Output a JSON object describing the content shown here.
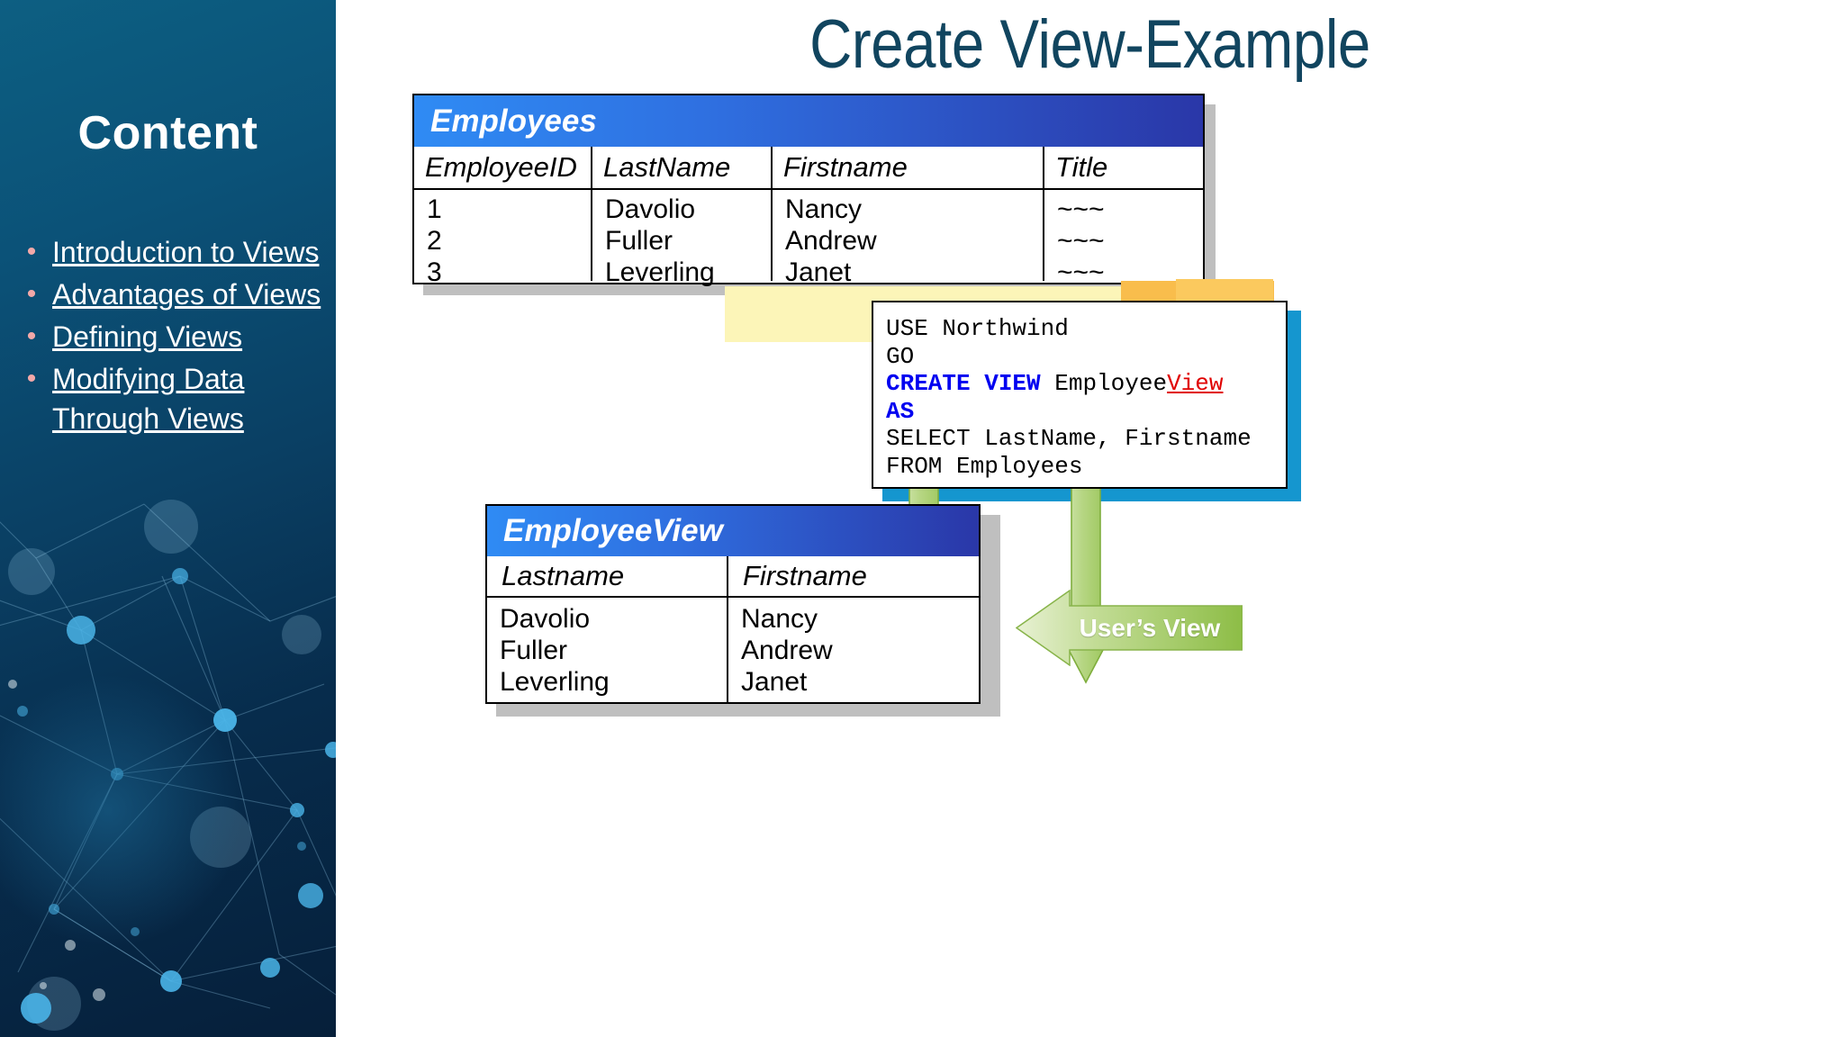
{
  "page_title": "Create View-Example",
  "sidebar": {
    "heading": "Content",
    "bullet_glyph": "•",
    "items": [
      {
        "label": "Introduction to Views"
      },
      {
        "label": "Advantages of Views"
      },
      {
        "label": "Defining Views"
      },
      {
        "label": "Modifying Data Through Views"
      }
    ]
  },
  "employees_table": {
    "title": "Employees",
    "columns": [
      "EmployeeID",
      "LastName",
      "Firstname",
      "Title"
    ],
    "rows": [
      [
        "1",
        "Davolio",
        "Nancy",
        "~~~"
      ],
      [
        "2",
        "Fuller",
        "Andrew",
        "~~~"
      ],
      [
        "3",
        "Leverling",
        "Janet",
        "~~~"
      ]
    ],
    "col_id": "1\n2\n3",
    "col_last": "Davolio\nFuller\nLeverling",
    "col_first": "Nancy\nAndrew\nJanet",
    "col_title": "~~~\n~~~\n~~~"
  },
  "view_table": {
    "title": "EmployeeView",
    "columns": [
      "Lastname",
      "Firstname"
    ],
    "rows": [
      [
        "Davolio",
        "Nancy"
      ],
      [
        "Fuller",
        "Andrew"
      ],
      [
        "Leverling",
        "Janet"
      ]
    ],
    "col_last": "Davolio\nFuller\nLeverling",
    "col_first": "Nancy\nAndrew\nJanet"
  },
  "code_box": {
    "lines": [
      {
        "text": "USE Northwind",
        "style": "plain"
      },
      {
        "text": "GO",
        "style": "plain"
      },
      {
        "text": "CREATE VIEW Employee",
        "style": "keyword-mixed",
        "suffix": "View"
      },
      {
        "text": "AS",
        "style": "keyword"
      },
      {
        "text": "SELECT LastName, Firstname",
        "style": "plain"
      },
      {
        "text": "FROM Employees",
        "style": "plain"
      }
    ],
    "line1": "USE Northwind",
    "line2": "GO",
    "line3_kw": "CREATE VIEW",
    "line3_name": " Employee",
    "line3_red": "View",
    "line4_kw": "AS",
    "line5": "SELECT LastName, Firstname",
    "line6": "FROM Employees"
  },
  "users_view_arrow": {
    "label": "User’s View"
  },
  "colors": {
    "sidebar_top": "#0d5f82",
    "sidebar_bottom": "#061f3a",
    "title_text": "#11455f",
    "table_header_start": "#2f8bf4",
    "table_header_end": "#2a37a8",
    "arrow_green": "#8fbf46",
    "code_keyword_blue": "#0000f0",
    "code_red": "#e00000",
    "code_accent_blue": "#1596cf",
    "code_accent_yellow": "#fcf5b8",
    "code_accent_gold": "#f9bd4c"
  }
}
